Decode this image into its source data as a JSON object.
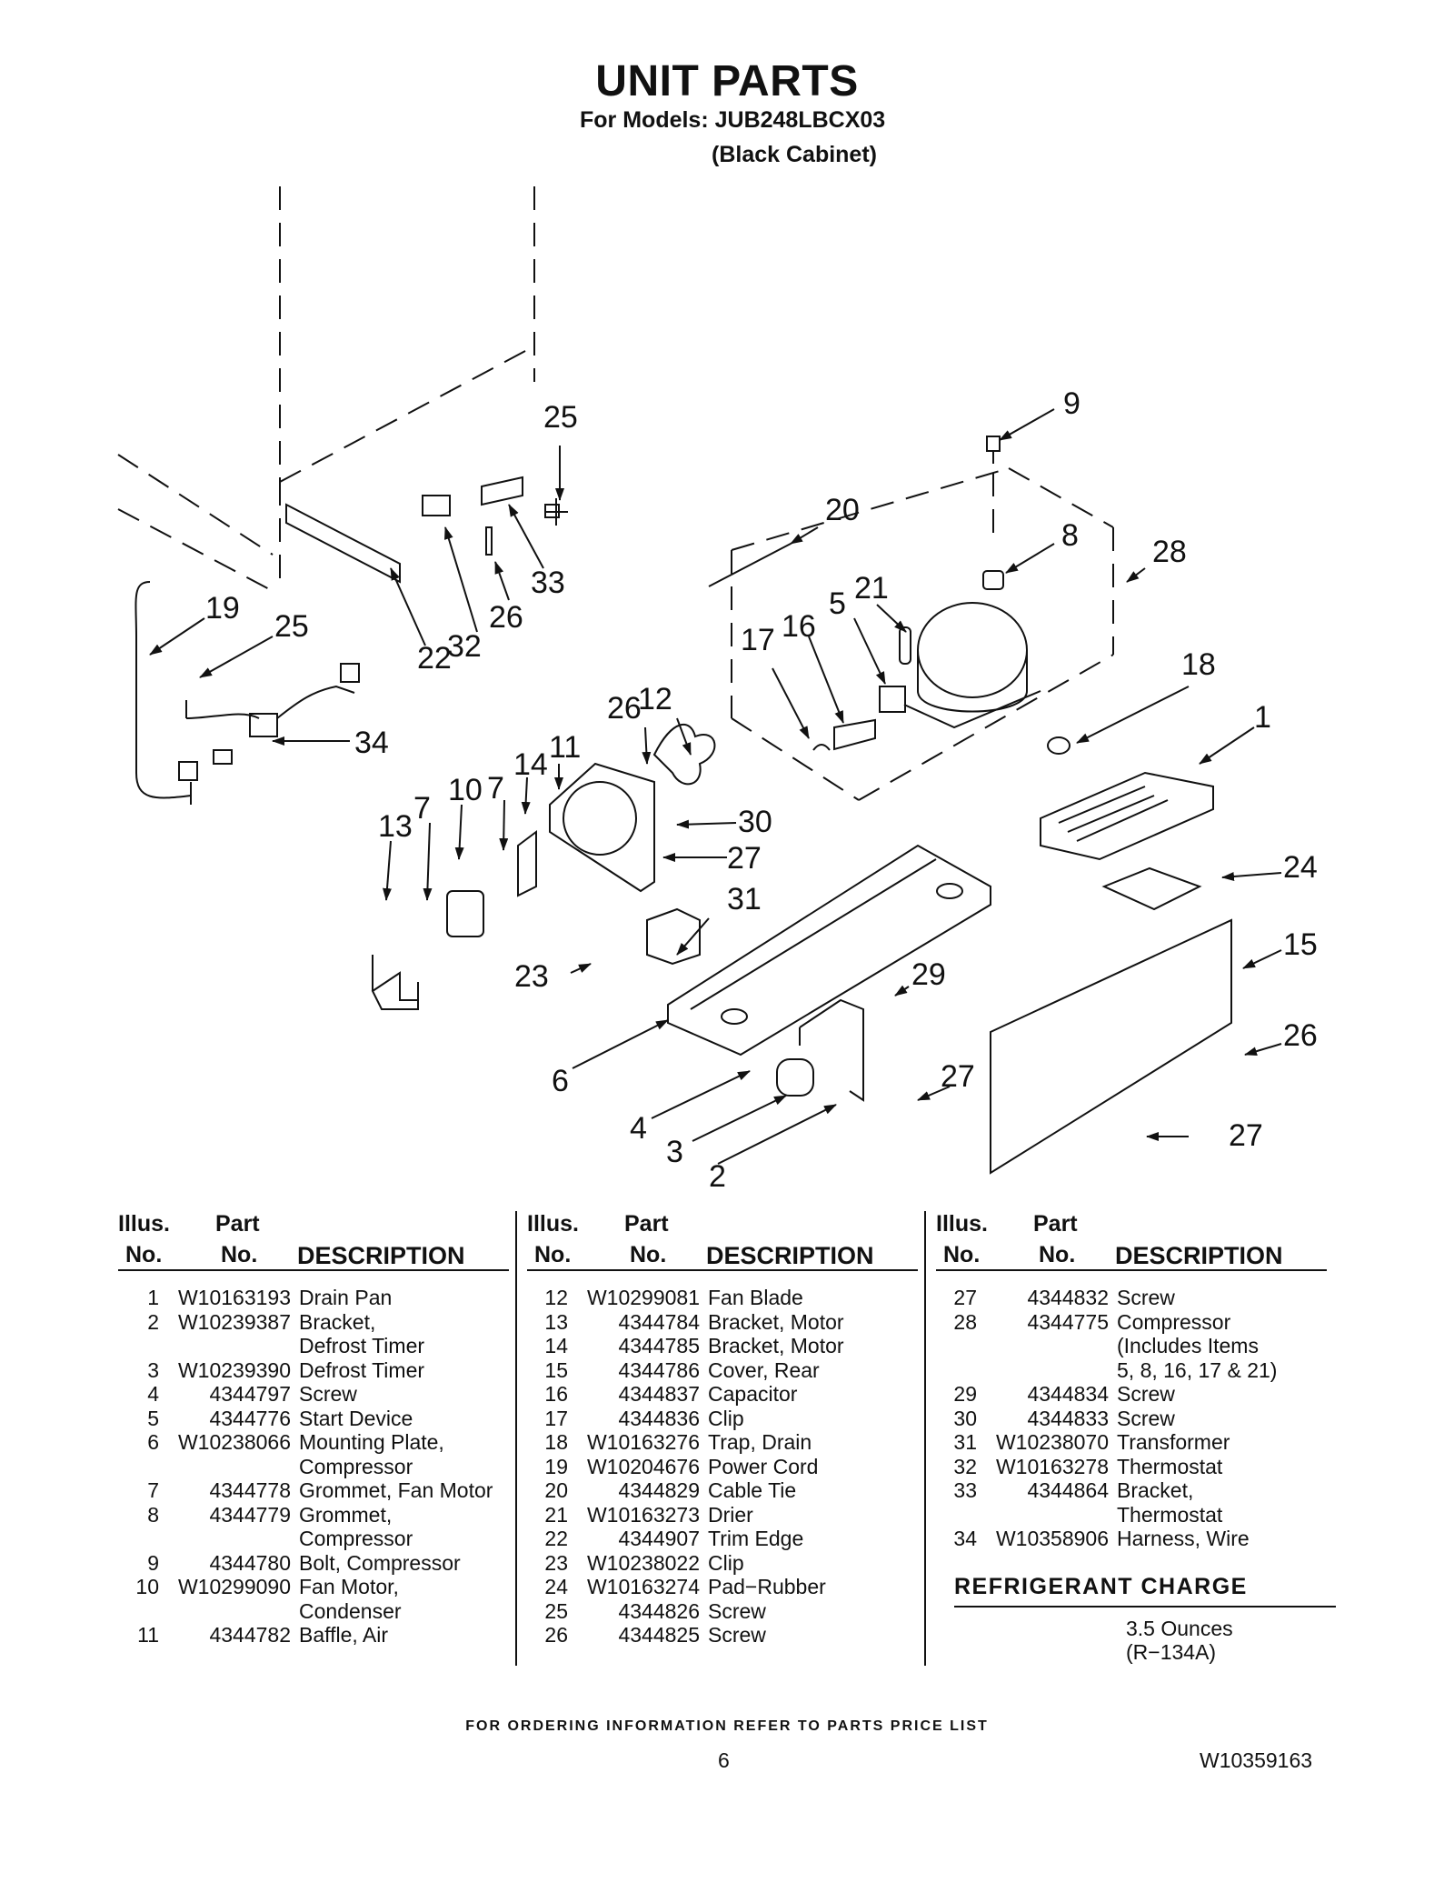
{
  "title": "UNIT PARTS",
  "models_line": "For Models: JUB248LBCX03",
  "cabinet_line": "(Black Cabinet)",
  "table_headers": {
    "illus": "Illus.",
    "no": "No.",
    "part": "Part",
    "part_no": "No.",
    "description": "DESCRIPTION"
  },
  "columns": [
    [
      {
        "n": "1",
        "p": "W10163193",
        "d": [
          "Drain Pan"
        ]
      },
      {
        "n": "2",
        "p": "W10239387",
        "d": [
          "Bracket,",
          "Defrost Timer"
        ]
      },
      {
        "n": "3",
        "p": "W10239390",
        "d": [
          "Defrost Timer"
        ]
      },
      {
        "n": "4",
        "p": "4344797",
        "d": [
          "Screw"
        ]
      },
      {
        "n": "5",
        "p": "4344776",
        "d": [
          "Start Device"
        ]
      },
      {
        "n": "6",
        "p": "W10238066",
        "d": [
          "Mounting Plate,",
          "Compressor"
        ]
      },
      {
        "n": "7",
        "p": "4344778",
        "d": [
          "Grommet, Fan Motor"
        ]
      },
      {
        "n": "8",
        "p": "4344779",
        "d": [
          "Grommet,",
          "Compressor"
        ]
      },
      {
        "n": "9",
        "p": "4344780",
        "d": [
          "Bolt, Compressor"
        ]
      },
      {
        "n": "10",
        "p": "W10299090",
        "d": [
          "Fan Motor,",
          "Condenser"
        ]
      },
      {
        "n": "11",
        "p": "4344782",
        "d": [
          "Baffle, Air"
        ]
      }
    ],
    [
      {
        "n": "12",
        "p": "W10299081",
        "d": [
          "Fan Blade"
        ]
      },
      {
        "n": "13",
        "p": "4344784",
        "d": [
          "Bracket, Motor"
        ]
      },
      {
        "n": "14",
        "p": "4344785",
        "d": [
          "Bracket, Motor"
        ]
      },
      {
        "n": "15",
        "p": "4344786",
        "d": [
          "Cover, Rear"
        ]
      },
      {
        "n": "16",
        "p": "4344837",
        "d": [
          "Capacitor"
        ]
      },
      {
        "n": "17",
        "p": "4344836",
        "d": [
          "Clip"
        ]
      },
      {
        "n": "18",
        "p": "W10163276",
        "d": [
          "Trap, Drain"
        ]
      },
      {
        "n": "19",
        "p": "W10204676",
        "d": [
          "Power Cord"
        ]
      },
      {
        "n": "20",
        "p": "4344829",
        "d": [
          "Cable Tie"
        ]
      },
      {
        "n": "21",
        "p": "W10163273",
        "d": [
          "Drier"
        ]
      },
      {
        "n": "22",
        "p": "4344907",
        "d": [
          "Trim Edge"
        ]
      },
      {
        "n": "23",
        "p": "W10238022",
        "d": [
          "Clip"
        ]
      },
      {
        "n": "24",
        "p": "W10163274",
        "d": [
          "Pad−Rubber"
        ]
      },
      {
        "n": "25",
        "p": "4344826",
        "d": [
          "Screw"
        ]
      },
      {
        "n": "26",
        "p": "4344825",
        "d": [
          "Screw"
        ]
      }
    ],
    [
      {
        "n": "27",
        "p": "4344832",
        "d": [
          "Screw"
        ]
      },
      {
        "n": "28",
        "p": "4344775",
        "d": [
          "Compressor",
          "(Includes Items",
          "5, 8, 16, 17 & 21)"
        ]
      },
      {
        "n": "29",
        "p": "4344834",
        "d": [
          "Screw"
        ]
      },
      {
        "n": "30",
        "p": "4344833",
        "d": [
          "Screw"
        ]
      },
      {
        "n": "31",
        "p": "W10238070",
        "d": [
          "Transformer"
        ]
      },
      {
        "n": "32",
        "p": "W10163278",
        "d": [
          "Thermostat"
        ]
      },
      {
        "n": "33",
        "p": "4344864",
        "d": [
          "Bracket,",
          "Thermostat"
        ]
      },
      {
        "n": "34",
        "p": "W10358906",
        "d": [
          "Harness, Wire"
        ]
      }
    ]
  ],
  "refrigerant": {
    "title": "REFRIGERANT CHARGE",
    "amount": "3.5 Ounces",
    "type": "(R−134A)"
  },
  "callouts": [
    "9",
    "25",
    "20",
    "8",
    "28",
    "21",
    "5",
    "16",
    "17",
    "19",
    "25",
    "33",
    "26",
    "32",
    "22",
    "18",
    "1",
    "26",
    "12",
    "34",
    "11",
    "14",
    "7",
    "10",
    "7",
    "13",
    "30",
    "27",
    "31",
    "24",
    "15",
    "29",
    "23",
    "26",
    "6",
    "27",
    "4",
    "3",
    "2",
    "27"
  ],
  "footer": "FOR ORDERING INFORMATION REFER TO PARTS PRICE LIST",
  "page_number": "6",
  "doc_number": "W10359163"
}
